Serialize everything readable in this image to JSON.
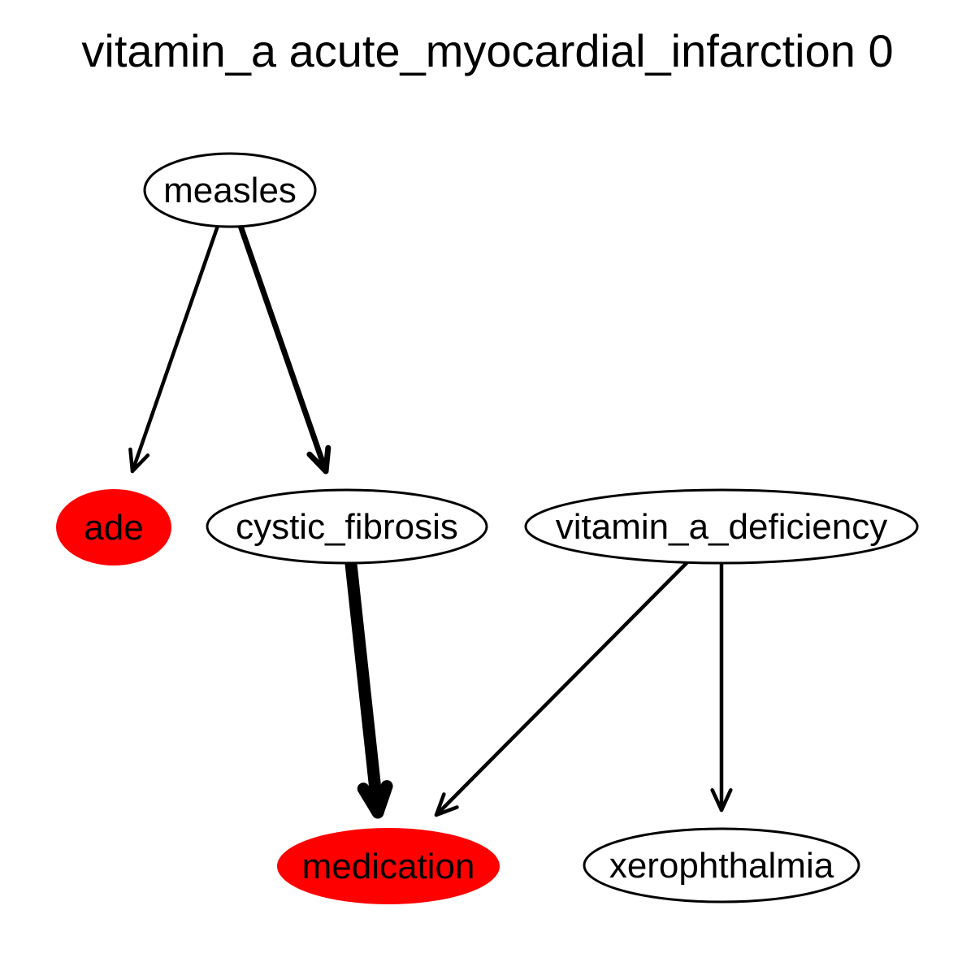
{
  "title": "vitamin_a acute_myocardial_infarction 0",
  "colors": {
    "highlight": "#ff0000",
    "stroke": "#000000",
    "background": "#ffffff"
  },
  "nodes": [
    {
      "id": "measles",
      "label": "measles",
      "highlighted": false
    },
    {
      "id": "ade",
      "label": "ade",
      "highlighted": true
    },
    {
      "id": "cystic_fibrosis",
      "label": "cystic_fibrosis",
      "highlighted": false
    },
    {
      "id": "vitamin_a_deficiency",
      "label": "vitamin_a_deficiency",
      "highlighted": false
    },
    {
      "id": "medication",
      "label": "medication",
      "highlighted": true
    },
    {
      "id": "xerophthalmia",
      "label": "xerophthalmia",
      "highlighted": false
    }
  ],
  "edges": [
    {
      "from": "measles",
      "to": "ade",
      "weight": 1
    },
    {
      "from": "measles",
      "to": "cystic_fibrosis",
      "weight": 2
    },
    {
      "from": "cystic_fibrosis",
      "to": "medication",
      "weight": 4
    },
    {
      "from": "vitamin_a_deficiency",
      "to": "medication",
      "weight": 1
    },
    {
      "from": "vitamin_a_deficiency",
      "to": "xerophthalmia",
      "weight": 1
    }
  ]
}
